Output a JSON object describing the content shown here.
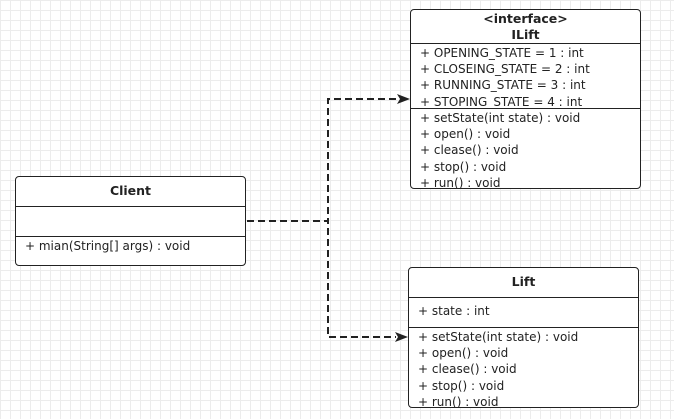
{
  "ilift": {
    "stereotype": "<interface>",
    "name": "ILift",
    "attributes": [
      "+ OPENING_STATE = 1 : int",
      "+ CLOSEING_STATE = 2 : int",
      "+ RUNNING_STATE = 3 : int",
      "+ STOPING_STATE = 4 : int"
    ],
    "methods": [
      "+ setState(int state) : void",
      "+ open() : void",
      "+ clease() : void",
      "+ stop() : void",
      "+ run() : void"
    ]
  },
  "client": {
    "name": "Client",
    "methods": [
      "+ mian(String[] args) : void"
    ]
  },
  "lift": {
    "name": "Lift",
    "attributes": [
      "+ state : int"
    ],
    "methods": [
      "+ setState(int state) : void",
      "+ open() : void",
      "+ clease() : void",
      "+ stop() : void",
      "+ run() : void"
    ]
  },
  "colors": {
    "line": "#222222",
    "grid": "#ececec",
    "background": "#ffffff"
  }
}
